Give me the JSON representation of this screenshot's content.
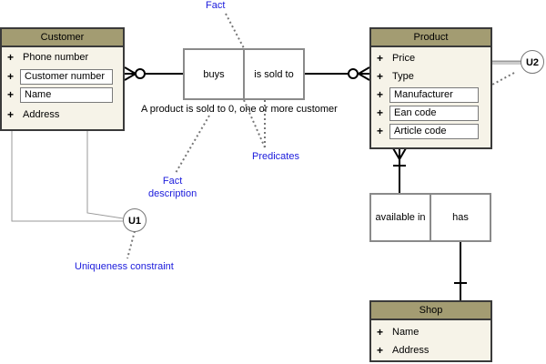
{
  "entities": {
    "customer": {
      "title": "Customer",
      "attributes": [
        {
          "sign": "+",
          "name": "Phone number",
          "boxed": false
        },
        {
          "sign": "+",
          "name": "Customer number",
          "boxed": true
        },
        {
          "sign": "+",
          "name": "Name",
          "boxed": true
        },
        {
          "sign": "+",
          "name": "Address",
          "boxed": false
        }
      ]
    },
    "product": {
      "title": "Product",
      "attributes": [
        {
          "sign": "+",
          "name": "Price",
          "boxed": false
        },
        {
          "sign": "+",
          "name": "Type",
          "boxed": false
        },
        {
          "sign": "+",
          "name": "Manufacturer",
          "boxed": true
        },
        {
          "sign": "+",
          "name": "Ean code",
          "boxed": true
        },
        {
          "sign": "+",
          "name": "Article code",
          "boxed": true
        }
      ]
    },
    "shop": {
      "title": "Shop",
      "attributes": [
        {
          "sign": "+",
          "name": "Name",
          "boxed": false
        },
        {
          "sign": "+",
          "name": "Address",
          "boxed": false
        }
      ]
    }
  },
  "facts": {
    "buys": {
      "roles": [
        "buys",
        "is sold to"
      ],
      "reading": "A product is sold to 0, one or more customer"
    },
    "available": {
      "roles": [
        "available in",
        "has"
      ]
    }
  },
  "constraints": {
    "u1": "U1",
    "u2": "U2"
  },
  "annotations": {
    "fact": "Fact",
    "fact_description_1": "Fact",
    "fact_description_2": "description",
    "predicates": "Predicates",
    "uniqueness": "Uniqueness constraint"
  },
  "colors": {
    "header": "#a39c72",
    "entity_bg": "#f6f3e8",
    "annotation": "#1a1adc",
    "border": "#3a3a3a"
  }
}
